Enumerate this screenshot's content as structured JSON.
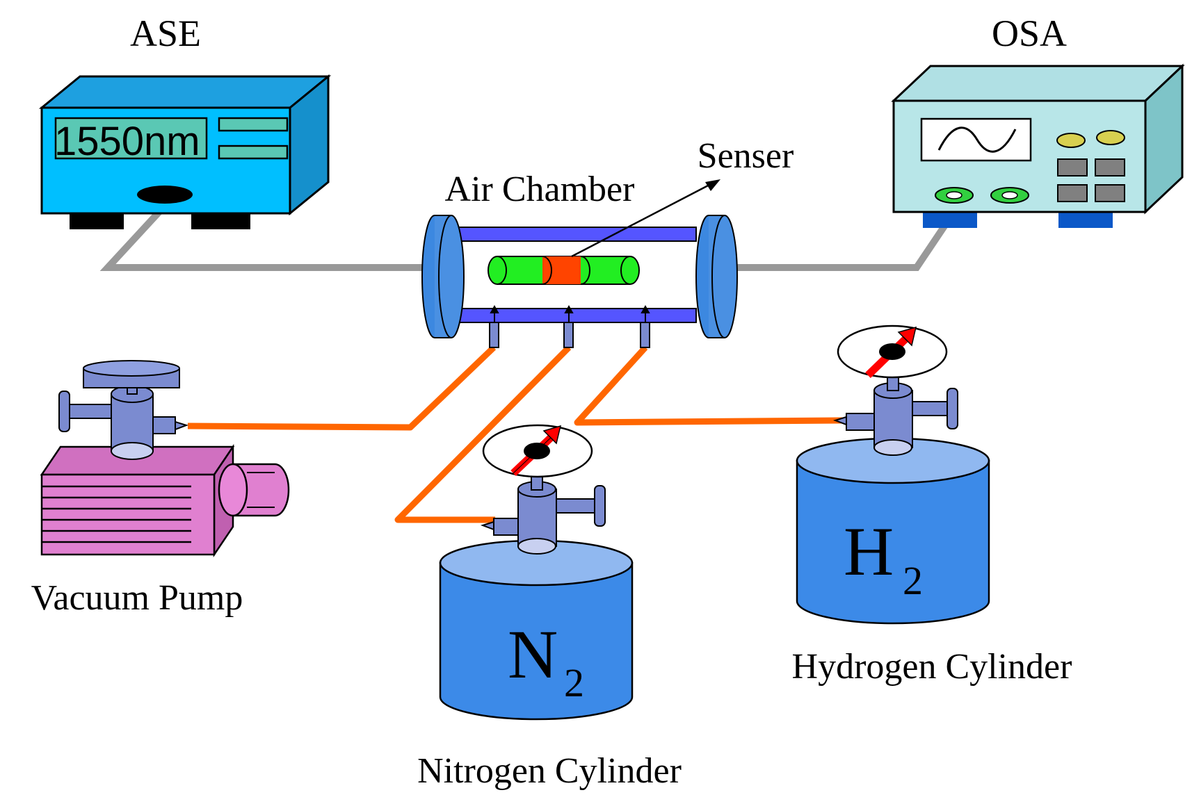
{
  "labels": {
    "ase": "ASE",
    "osa": "OSA",
    "ase_display": "1550nm",
    "air_chamber": "Air Chamber",
    "senser": "Senser",
    "vacuum_pump": "Vacuum Pump",
    "nitrogen_cylinder": "Nitrogen Cylinder",
    "hydrogen_cylinder": "Hydrogen Cylinder",
    "n2_symbol": "N",
    "n2_subscript": "2",
    "h2_symbol": "H",
    "h2_subscript": "2"
  },
  "colors": {
    "ase_body": "#00bfff",
    "osa_body": "#b8e6e8",
    "fiber": "#999999",
    "gas_line": "#ff6600",
    "chamber_flange": "#4a90e2",
    "chamber_rod": "#5555ff",
    "sensor_green": "#22ee22",
    "sensor_red": "#ff4400",
    "cylinder": "#3c8ae8",
    "cylinder_top": "#90b8f0",
    "valve": "#7b8bd0",
    "pump": "#e080d0",
    "gauge_needle": "#ff0000"
  },
  "icons": [
    "ase-device-icon",
    "osa-device-icon",
    "air-chamber-icon",
    "sensor-icon",
    "vacuum-pump-icon",
    "nitrogen-cylinder-icon",
    "hydrogen-cylinder-icon",
    "pressure-gauge-icon"
  ]
}
